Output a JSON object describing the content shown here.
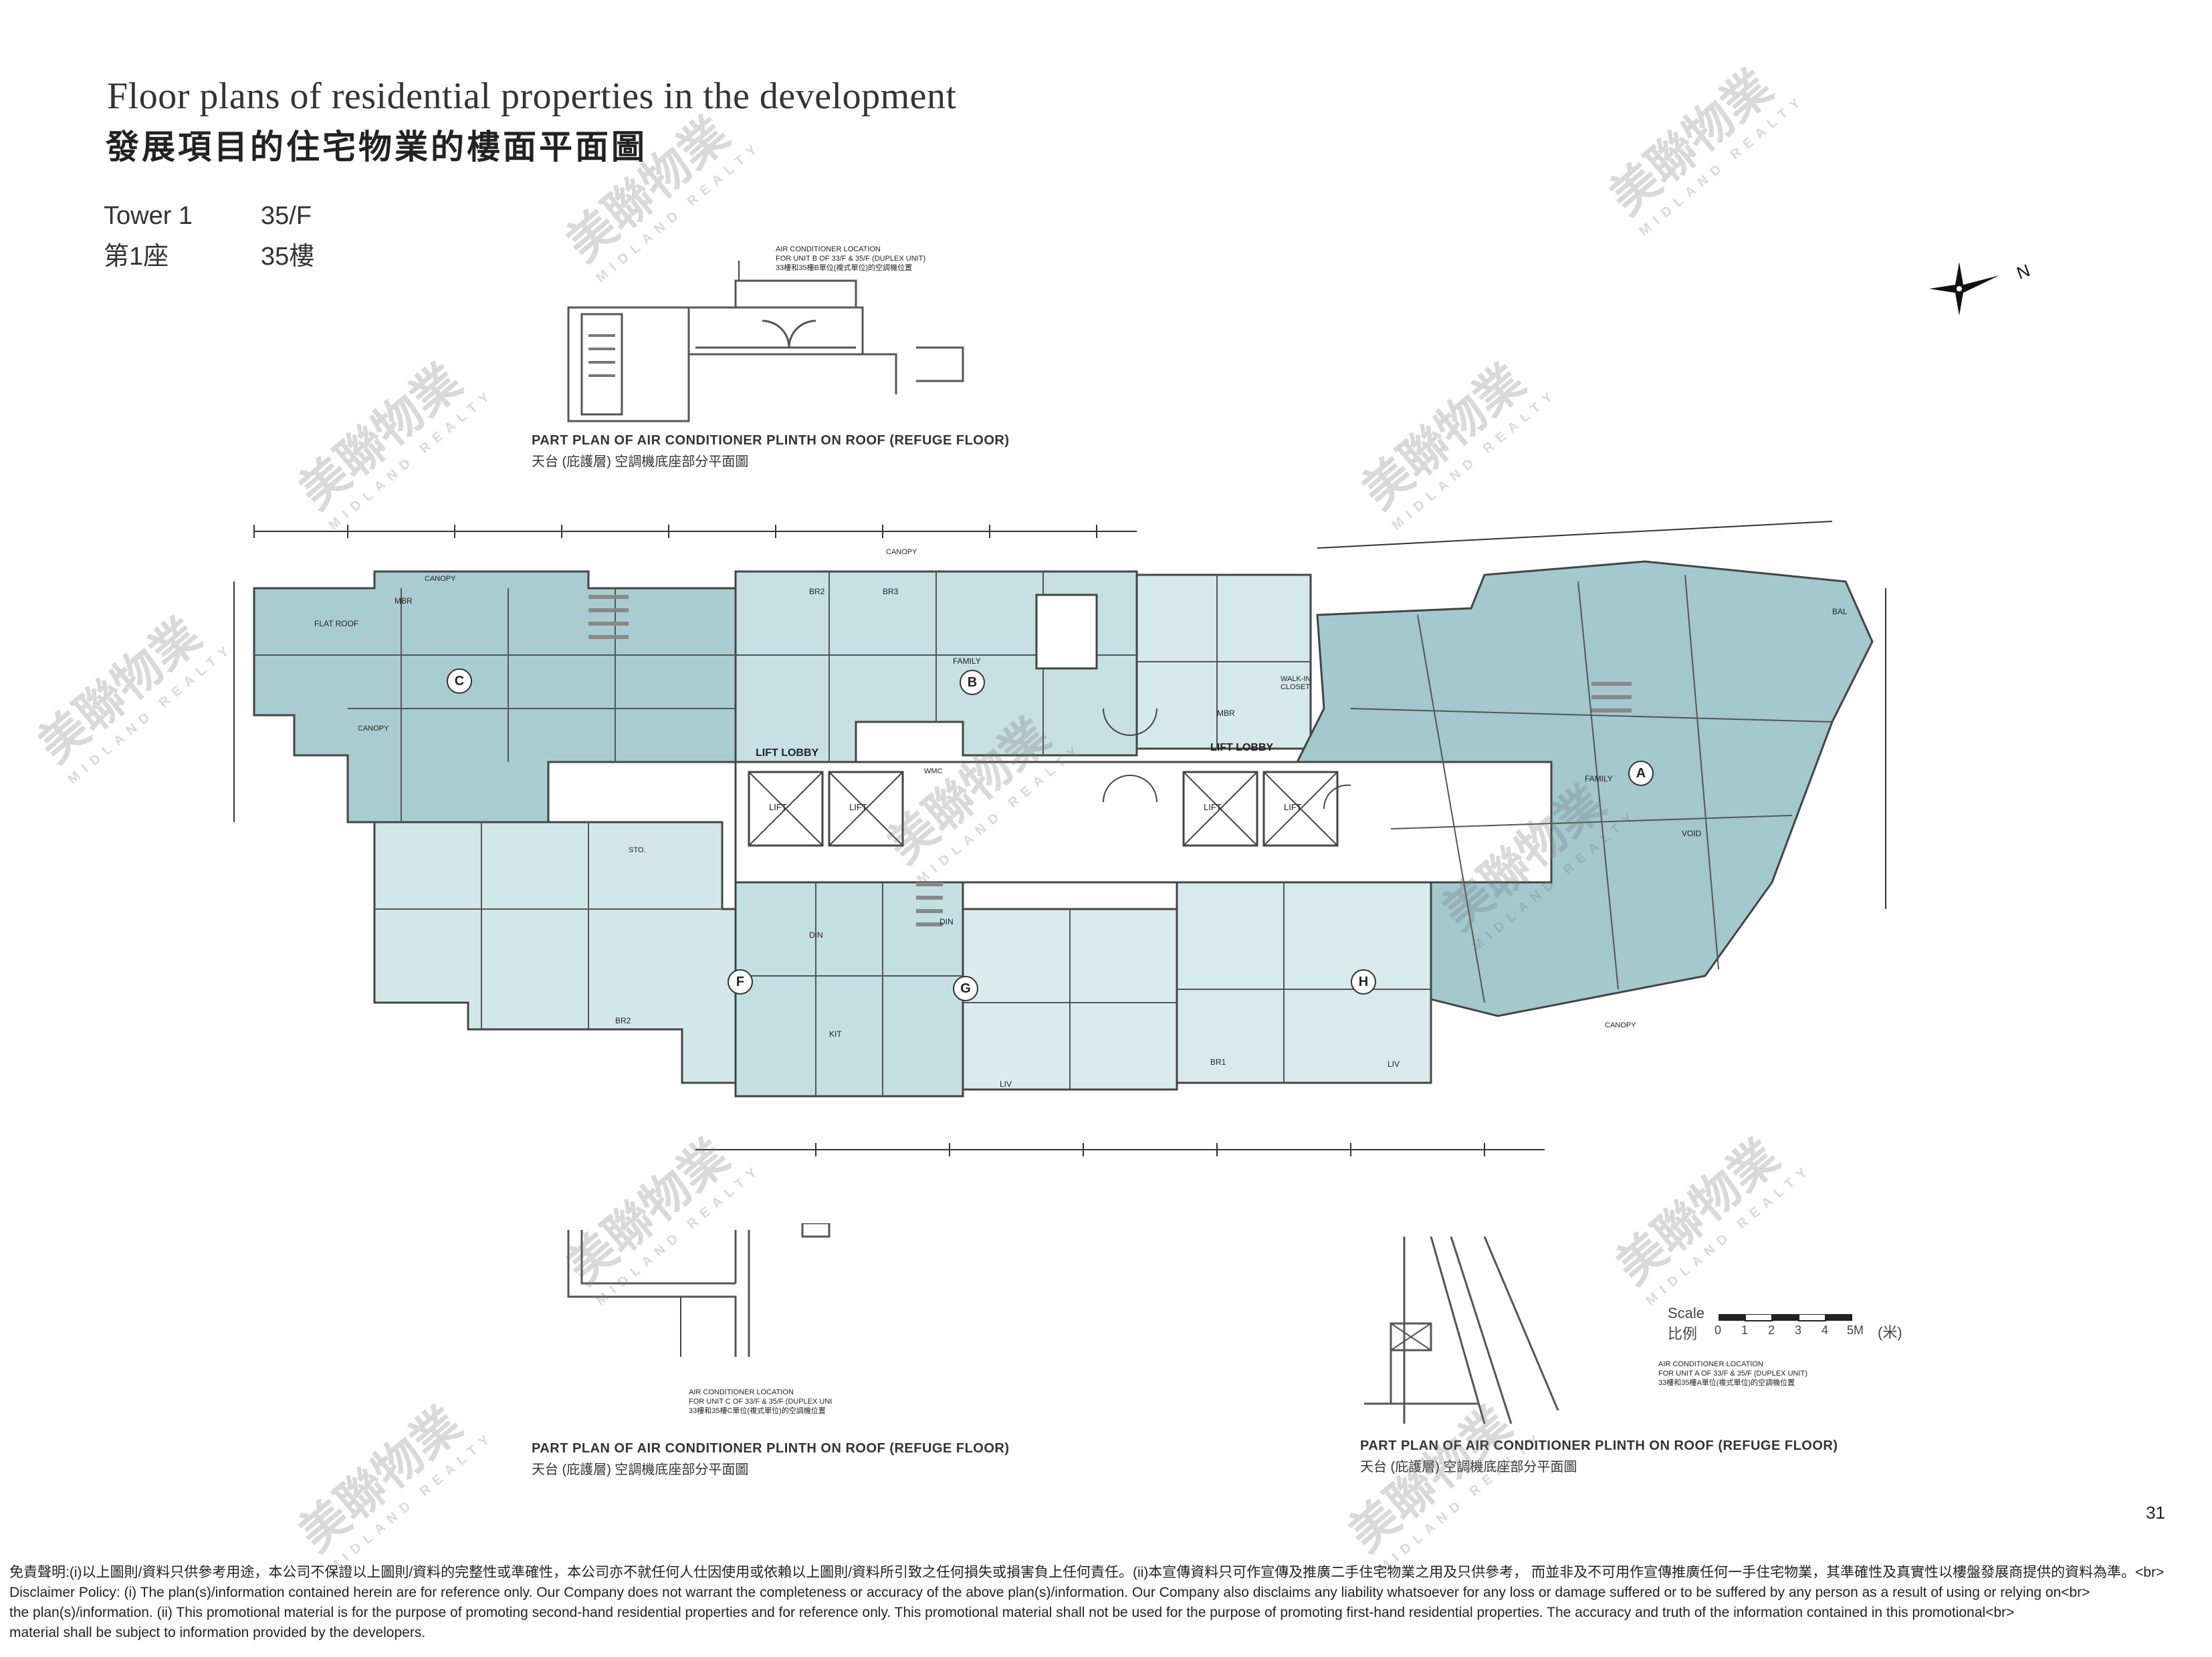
{
  "header": {
    "title_en": "Floor plans of residential properties in the development",
    "title_zh": "發展項目的住宅物業的樓面平面圖"
  },
  "tower": {
    "label_en": "Tower 1",
    "floor_en": "35/F",
    "label_zh": "第1座",
    "floor_zh": "35樓"
  },
  "compass": {
    "label": "N"
  },
  "part_plans": [
    {
      "caption_en": "PART PLAN OF AIR CONDITIONER PLINTH ON ROOF (REFUGE FLOOR)",
      "caption_zh": "天台 (庇護層) 空調機底座部分平面圖",
      "note_1": "AIR CONDITIONER LOCATION",
      "note_2": "FOR UNIT B OF 33/F & 35/F (DUPLEX UNIT)",
      "note_3": "33樓和35樓B單位(複式單位)的空調機位置"
    },
    {
      "caption_en": "PART PLAN OF AIR CONDITIONER PLINTH ON ROOF (REFUGE FLOOR)",
      "caption_zh": "天台 (庇護層) 空調機底座部分平面圖",
      "note_1": "AIR CONDITIONER LOCATION",
      "note_2": "FOR UNIT C OF 33/F & 35/F (DUPLEX UNI",
      "note_3": "33樓和35樓C單位(複式單位)的空調機位置"
    },
    {
      "caption_en": "PART PLAN OF AIR CONDITIONER PLINTH ON ROOF (REFUGE FLOOR)",
      "caption_zh": "天台 (庇護層) 空調機底座部分平面圖",
      "note_1": "AIR CONDITIONER LOCATION",
      "note_2": "FOR UNIT A OF 33/F & 35/F (DUPLEX UNIT)",
      "note_3": "33樓和35樓A單位(複式單位)的空調機位置"
    }
  ],
  "units": [
    "A",
    "B",
    "C",
    "F",
    "G",
    "H"
  ],
  "rooms": {
    "lift_lobby": "LIFT LOBBY",
    "lift": "LIFT",
    "family": "FAMILY",
    "mbr": "MBR",
    "br1": "BR1",
    "br2": "BR2",
    "br3": "BR3",
    "kit": "KIT",
    "liv": "LIV",
    "din": "DIN",
    "canopy": "CANOPY",
    "flat_roof": "FLAT ROOF",
    "walk_in_closet": "WALK-IN CLOSET",
    "bal": "BAL",
    "void": "VOID",
    "sto": "STO.",
    "wmc": "WMC"
  },
  "scale": {
    "label_en": "Scale",
    "label_zh": "比例",
    "ticks": [
      "0",
      "1",
      "2",
      "3",
      "4",
      "5M"
    ],
    "unit_zh": "(米)"
  },
  "page_number": "31",
  "watermark": {
    "brand_zh": "美聯物業",
    "brand_en": "MIDLAND REALTY"
  },
  "disclaimer": {
    "zh": "免責聲明:(i)以上圖則/資料只供參考用途，本公司不保證以上圖則/資料的完整性或準確性，本公司亦不就任何人仕因使用或依賴以上圖則/資料所引致之任何損失或損害負上任何責任。(ii)本宣傳資料只可作宣傳及推廣二手住宅物業之用及只供參考， 而並非及不可用作宣傳推廣任何一手住宅物業，其準確性及真實性以樓盤發展商提供的資料為準。<br>",
    "en_1": "Disclaimer Policy: (i) The plan(s)/information contained herein are for reference only. Our Company does not warrant the completeness or accuracy of the above plan(s)/information. Our Company also disclaims any liability whatsoever for any loss or damage suffered or to be suffered by any person as a result of using or relying on<br>",
    "en_2": "the plan(s)/information. (ii) This promotional material is for the purpose of promoting second-hand residential properties and for reference only. This promotional material shall not be used for the purpose of promoting first-hand residential properties. The accuracy and truth of the information contained in this promotional<br>",
    "en_3": "material shall be subject to information provided by the developers."
  }
}
